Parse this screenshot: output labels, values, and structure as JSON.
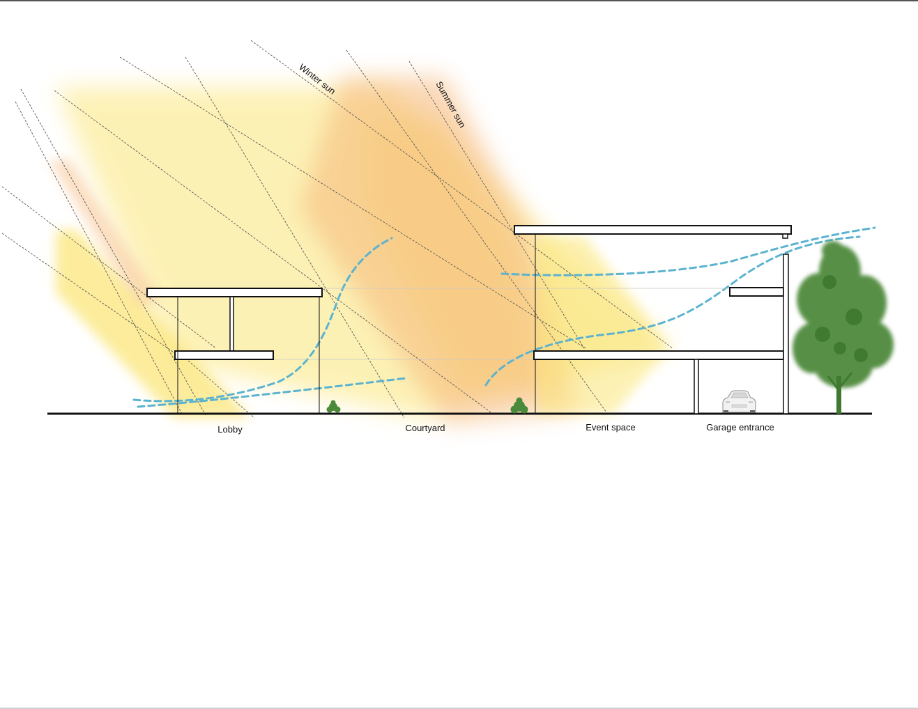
{
  "labels": {
    "winter_sun": "Winter sun",
    "summer_sun": "Summer sun",
    "lobby": "Lobby",
    "courtyard": "Courtyard",
    "event_space": "Event space",
    "garage_entrance": "Garage entrance"
  },
  "colors": {
    "ink": "#111111",
    "sun_light": "#fbe67a",
    "sun_warm": "#f6b77a",
    "airflow": "#5bb3cf",
    "tree": "#4f8a3c",
    "shrub": "#4a8a3a"
  }
}
